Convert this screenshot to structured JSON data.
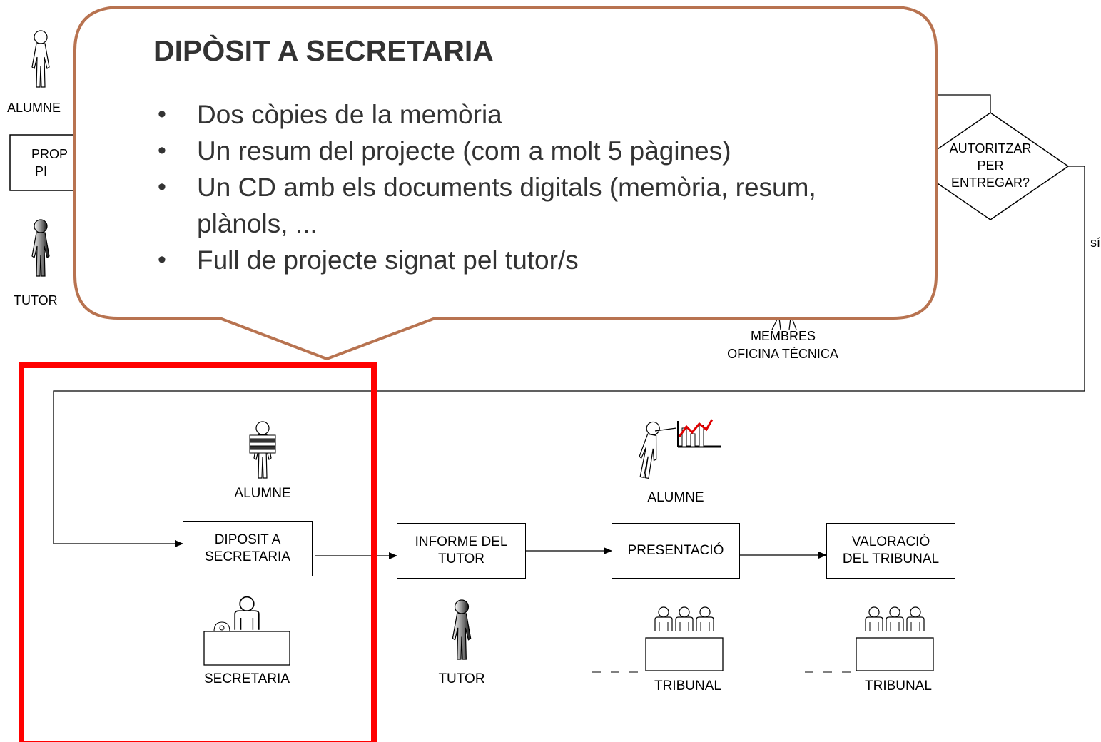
{
  "callout": {
    "title": "DIPÒSIT A SECRETARIA",
    "items": [
      "Dos còpies de la memòria",
      "Un resum del projecte (com a molt 5 pàgines)",
      "Un CD amb els documents digitals (memòria, resum, plànols, ...",
      "Full de projecte signat pel tutor/s"
    ],
    "border_color": "#b87350",
    "text_color": "#333333"
  },
  "upper": {
    "actor_alumne": "ALUMNE",
    "box_partial": "PROP\n PI",
    "actor_tutor": "TUTOR",
    "decision": "AUTORITZAR\nPER\nENTREGAR?",
    "branch_label": "sí",
    "oficina_line1": "MEMBRES",
    "oficina_line2": "OFICINA TÈCNICA"
  },
  "highlight": {
    "color": "#ff0000"
  },
  "process": {
    "steps": [
      {
        "label": "DIPOSIT A\nSECRETARIA"
      },
      {
        "label": "INFORME DEL\nTUTOR"
      },
      {
        "label": "PRESENTACIÓ"
      },
      {
        "label": "VALORACIÓ\nDEL TRIBUNAL"
      }
    ],
    "actors": {
      "alumne_top": "ALUMNE",
      "secretaria": "SECRETARIA",
      "tutor": "TUTOR",
      "alumne_presenting": "ALUMNE",
      "tribunal_1": "TRIBUNAL",
      "tribunal_2": "TRIBUNAL"
    },
    "icons": [
      "student-books-icon",
      "secretary-desk-icon",
      "tutor-figure-icon",
      "presenter-chart-icon",
      "tribunal-panel-icon"
    ]
  }
}
